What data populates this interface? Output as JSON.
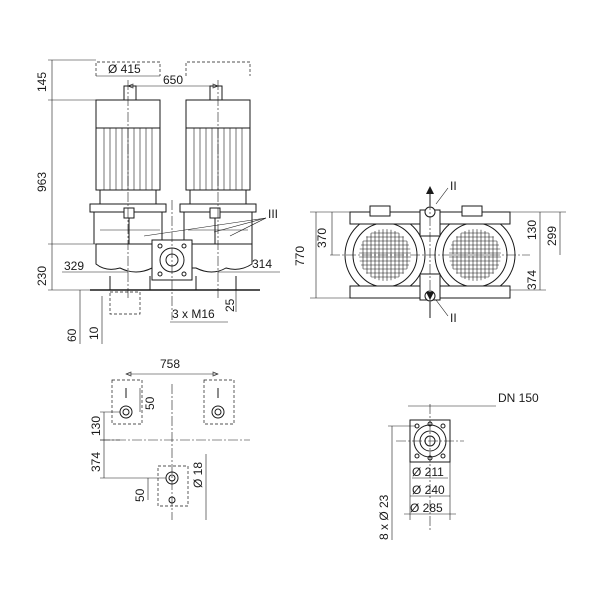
{
  "dims": {
    "d_top_dia": "Ø 415",
    "d_650": "650",
    "d_145": "145",
    "d_963": "963",
    "d_230": "230",
    "d_329": "329",
    "d_314": "314",
    "d_60": "60",
    "d_10": "10",
    "d_25": "25",
    "d_bolts": "3 x M16",
    "d_770": "770",
    "d_370": "370",
    "d_130r": "130",
    "d_299": "299",
    "d_374r": "374",
    "d_758": "758",
    "d_50a": "50",
    "d_130b": "130",
    "d_374b": "374",
    "d_50b": "50",
    "d_18": "Ø 18",
    "d_dn": "DN 150",
    "d_211": "Ø 211",
    "d_240": "Ø 240",
    "d_285": "Ø 285",
    "d_holes": "8 x Ø 23"
  },
  "labels": {
    "iii": "III",
    "ii_top": "II",
    "ii_bot": "II"
  }
}
